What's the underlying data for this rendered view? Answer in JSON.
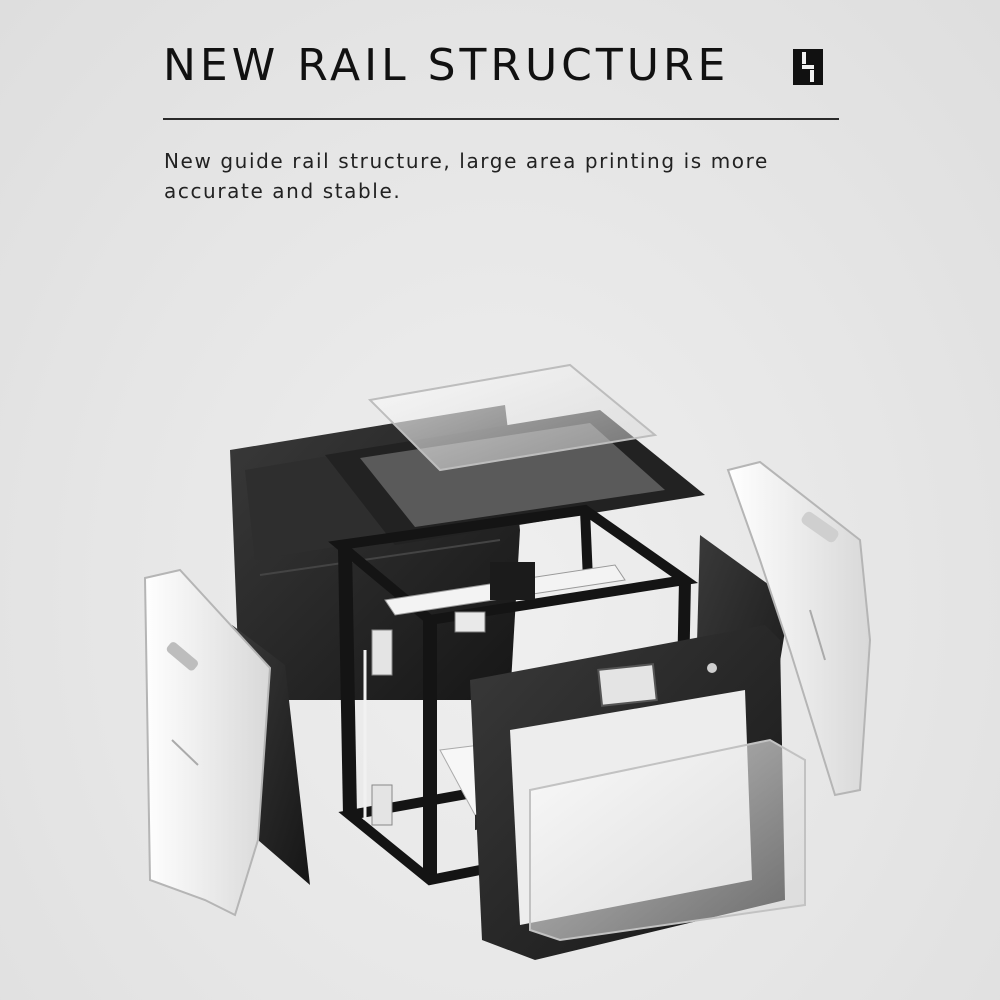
{
  "header": {
    "title": "NEW RAIL STRUCTURE",
    "description": "New guide rail structure, large area printing is more accurate and stable."
  },
  "illustration": {
    "subject": "exploded-3d-printer",
    "parts": [
      "top-glass-lid",
      "top-frame",
      "rear-panel",
      "left-white-cover",
      "left-black-panel",
      "rail-frame",
      "print-bed",
      "xy-gantry",
      "front-panel",
      "display-screen",
      "front-glass-door",
      "right-black-panel",
      "right-white-cover"
    ]
  },
  "colors": {
    "background": "#e9e9e9",
    "text": "#111111",
    "frame": "#1c1c1c",
    "cover": "#f2f2f2"
  }
}
